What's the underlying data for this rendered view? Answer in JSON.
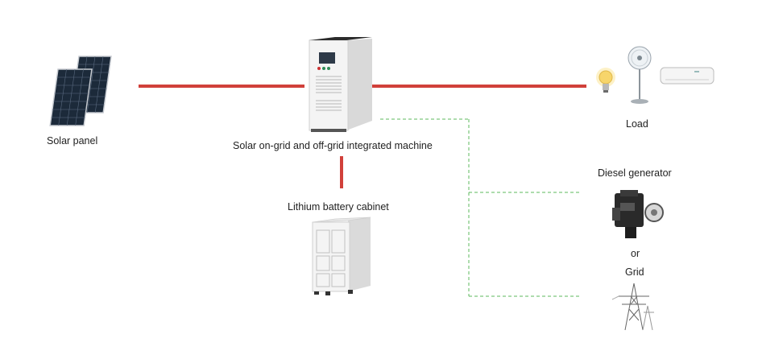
{
  "labels": {
    "solar_panel": "Solar panel",
    "integrated_machine": "Solar on-grid and off-grid integrated machine",
    "battery_cabinet": "Lithium battery cabinet",
    "load": "Load",
    "diesel_generator": "Diesel generator",
    "or": "or",
    "grid": "Grid"
  },
  "colors": {
    "power_line": "#d1403a",
    "dashed_line": "#5cb85c",
    "cabinet_body": "#f2f2f2",
    "cabinet_top": "#2b2b2b",
    "panel_cell": "#1c2a3a"
  },
  "icons": [
    "solar-panel-icon",
    "inverter-cabinet-icon",
    "battery-cabinet-icon",
    "light-bulb-icon",
    "fan-icon",
    "air-conditioner-icon",
    "diesel-generator-icon",
    "transmission-tower-icon"
  ]
}
